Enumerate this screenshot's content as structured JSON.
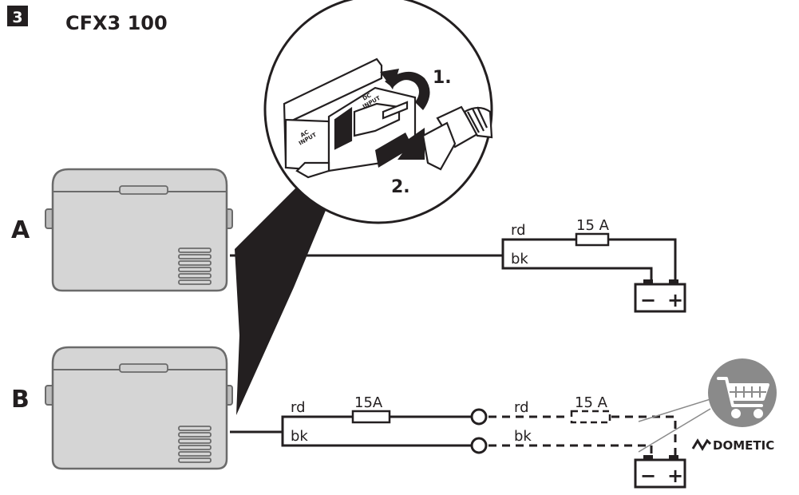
{
  "header": {
    "step": "3",
    "model": "CFX3 100"
  },
  "variants": [
    {
      "id": "A",
      "label": "A"
    },
    {
      "id": "B",
      "label": "B"
    }
  ],
  "connector": {
    "ac_input": [
      "AC",
      "INPUT"
    ],
    "dc_input": [
      "DC",
      "INPUT"
    ],
    "steps": [
      "1.",
      "2."
    ]
  },
  "wiring_a": {
    "red_wire": "rd",
    "black_wire": "bk",
    "fuse": "15 A",
    "battery_minus": "−",
    "battery_plus": "+"
  },
  "wiring_b": {
    "red_wire": "rd",
    "black_wire": "bk",
    "fuse": "15A",
    "ext_red_wire": "rd",
    "ext_black_wire": "bk",
    "ext_fuse": "15 A",
    "battery_minus": "−",
    "battery_plus": "+"
  },
  "brand": {
    "name": "DOMETIC"
  },
  "colors": {
    "ink": "#231f20",
    "cooler_fill": "#d5d5d5",
    "cooler_line": "#6b6b6b",
    "badge": "#8a8a8a"
  }
}
